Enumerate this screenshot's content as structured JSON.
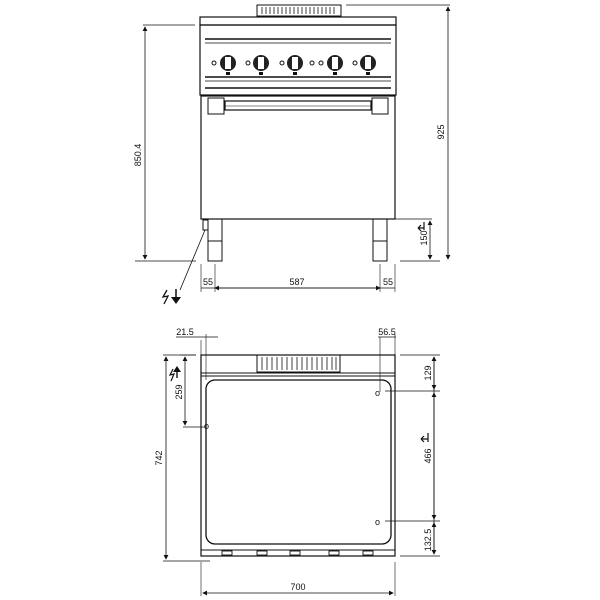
{
  "drawing": {
    "front_view": {
      "dimensions": {
        "height_body": "850.4",
        "height_total": "925",
        "leg_height": "150",
        "left_offset": "55",
        "leg_spacing": "587",
        "right_offset": "55"
      },
      "knob_count": 5,
      "symbols": [
        "electric-supply-icon",
        "ground-arrow-icon",
        "water-connection-icon"
      ]
    },
    "top_view": {
      "dimensions": {
        "left_inset": "21.5",
        "right_inset": "56.5",
        "depth_total": "742",
        "elec_from_back": "259",
        "top_to_first": "129",
        "between_connections": "466",
        "bottom_offset": "132.5",
        "width_total": "700"
      },
      "symbols": [
        "electric-supply-icon",
        "water-connection-icon"
      ]
    }
  }
}
